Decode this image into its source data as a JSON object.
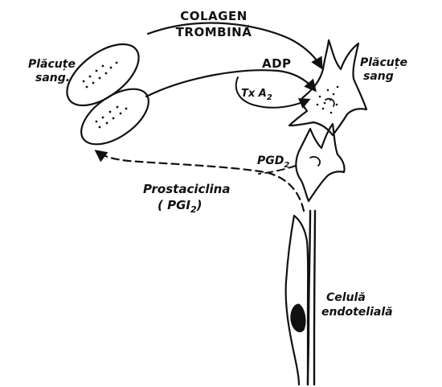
{
  "labels": {
    "collagen_line1": "COLAGEN",
    "collagen_line2": "TROMBINĂ",
    "platelets_left_line1": "Plăcuțe",
    "platelets_left_line2": "sang.",
    "platelets_right_line1": "Plăcuțe",
    "platelets_right_line2": "sang",
    "adp": "ADP",
    "txa2": "Tx A",
    "txa2_sub": "2",
    "pgd2": "PGD",
    "pgd2_sub": "2",
    "prostacyclin_line1": "Prostaciclina",
    "prostacyclin_line2": "( PGI",
    "prostacyclin_sub": "2",
    "prostacyclin_close": ")",
    "endothelial_line1": "Celulă",
    "endothelial_line2": "endotelială"
  }
}
